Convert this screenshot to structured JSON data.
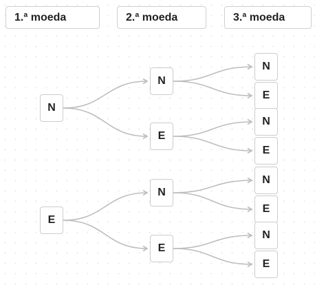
{
  "headers": [
    "1.ª moeda",
    "2.ª moeda",
    "3.ª moeda"
  ],
  "tree": {
    "level1": [
      "N",
      "E"
    ],
    "level2": [
      "N",
      "E",
      "N",
      "E"
    ],
    "level3": [
      "N",
      "E",
      "N",
      "E",
      "N",
      "E",
      "N",
      "E"
    ]
  },
  "colors": {
    "edge": "#bdbdbd",
    "node_border": "#cccccc",
    "text": "#222222"
  }
}
